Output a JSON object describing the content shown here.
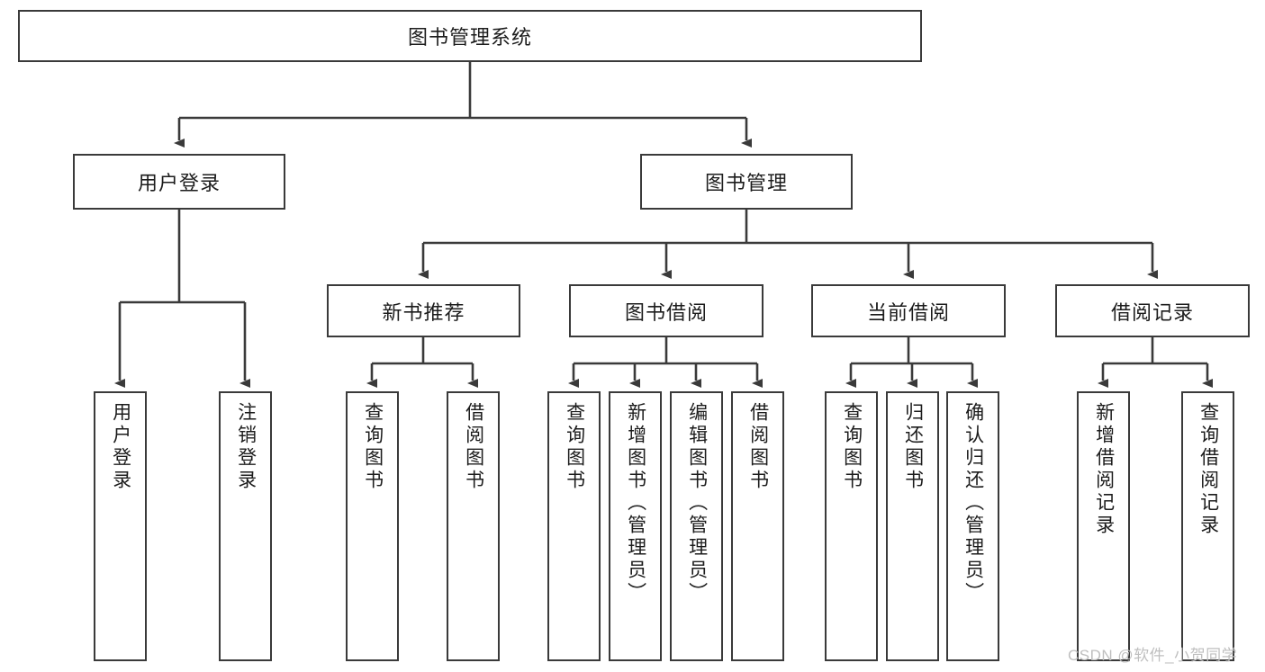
{
  "diagram": {
    "type": "tree",
    "title": "图书管理系统",
    "root": {
      "label": "图书管理系统",
      "children": [
        {
          "label": "用户登录",
          "children": [
            {
              "label": "用户登录"
            },
            {
              "label": "注销登录"
            }
          ]
        },
        {
          "label": "图书管理",
          "children": [
            {
              "label": "新书推荐",
              "children": [
                {
                  "label": "查询图书"
                },
                {
                  "label": "借阅图书"
                }
              ]
            },
            {
              "label": "图书借阅",
              "children": [
                {
                  "label": "查询图书"
                },
                {
                  "label": "新增图书（管理员）"
                },
                {
                  "label": "编辑图书（管理员）"
                },
                {
                  "label": "借阅图书"
                }
              ]
            },
            {
              "label": "当前借阅",
              "children": [
                {
                  "label": "查询图书"
                },
                {
                  "label": "归还图书"
                },
                {
                  "label": "确认归还（管理员）"
                }
              ]
            },
            {
              "label": "借阅记录",
              "children": [
                {
                  "label": "新增借阅记录"
                },
                {
                  "label": "查询借阅记录"
                }
              ]
            }
          ]
        }
      ]
    }
  },
  "nodes": {
    "root": "图书管理系统",
    "user_login": "用户登录",
    "book_manage": "图书管理",
    "new_book_rec": "新书推荐",
    "book_borrow": "图书借阅",
    "current_borrow": "当前借阅",
    "borrow_record": "借阅记录",
    "leaf_user_login": "用户登录",
    "leaf_logout": "注销登录",
    "leaf_rec_query": "查询图书",
    "leaf_rec_borrow": "借阅图书",
    "leaf_bb_query": "查询图书",
    "leaf_bb_add": "新增图书（管理员）",
    "leaf_bb_edit": "编辑图书（管理员）",
    "leaf_bb_borrow": "借阅图书",
    "leaf_cb_query": "查询图书",
    "leaf_cb_return": "归还图书",
    "leaf_cb_confirm": "确认归还（管理员）",
    "leaf_br_add": "新增借阅记录",
    "leaf_br_query": "查询借阅记录"
  },
  "watermark": {
    "text": "CSDN @软件_小贺同学"
  },
  "colors": {
    "border": "#3a3a3a",
    "text": "#1c1c1c",
    "background": "#ffffff",
    "watermark": "#bfbfbf"
  }
}
